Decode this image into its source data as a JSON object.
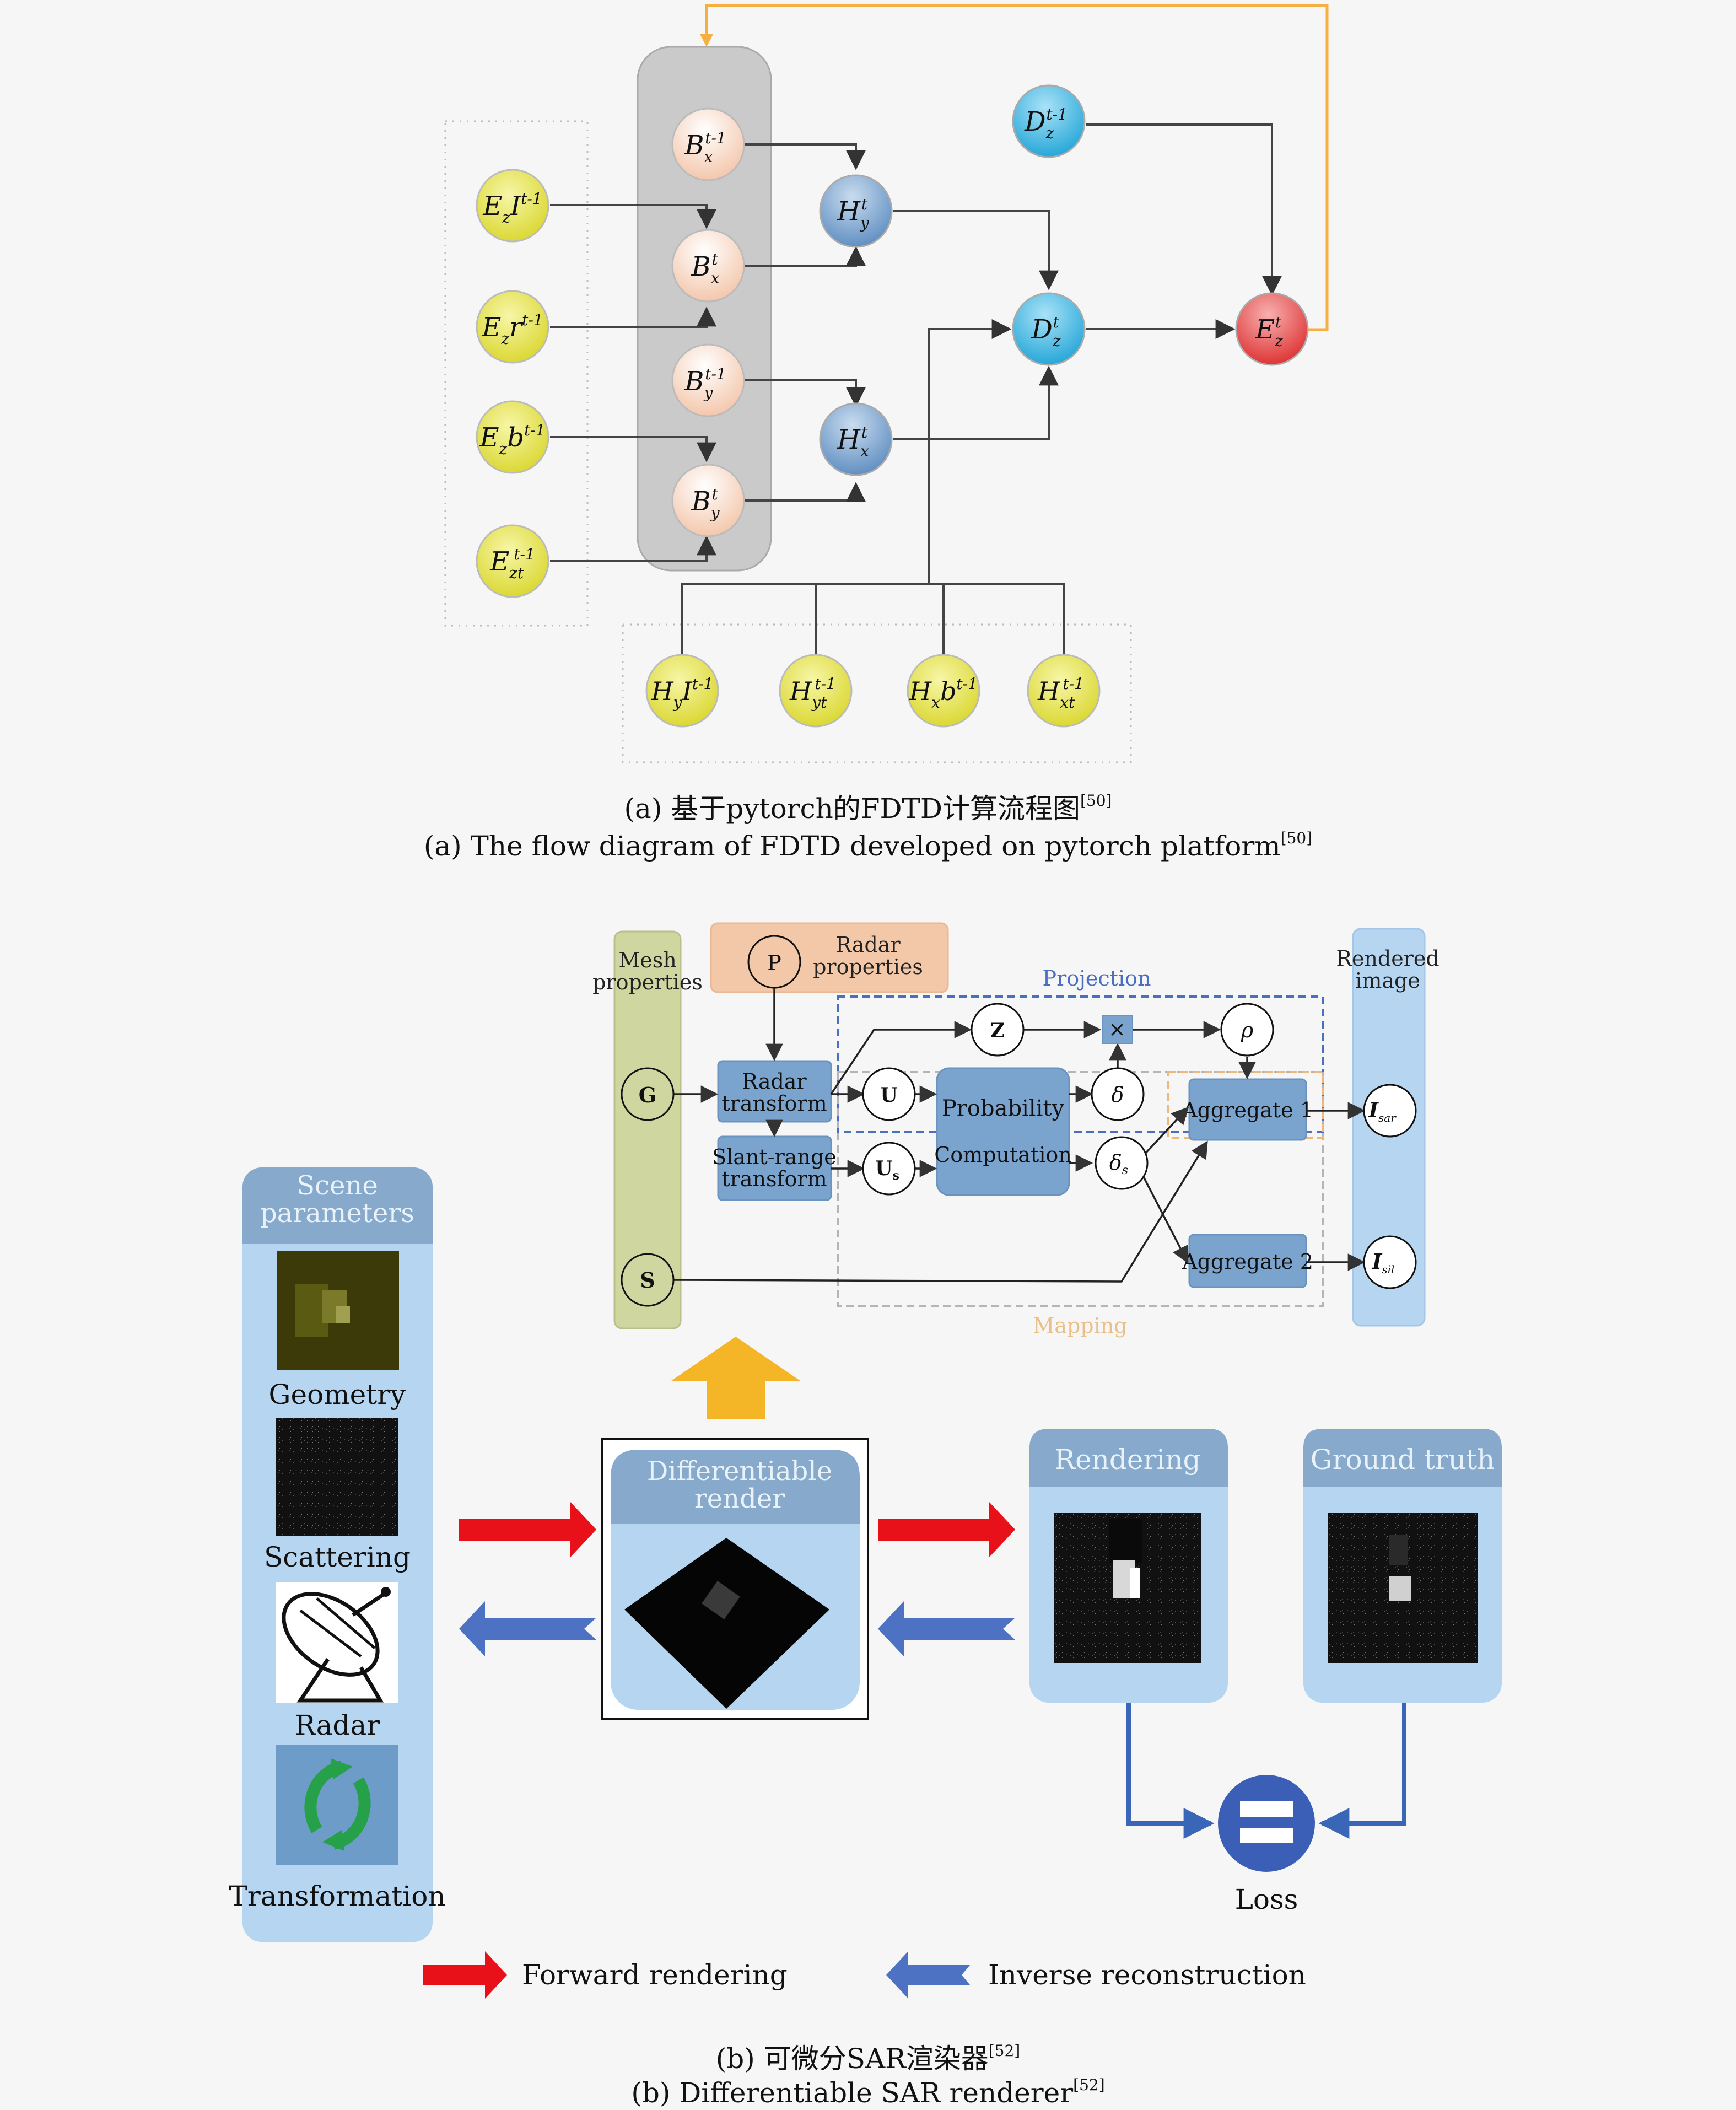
{
  "panel_a": {
    "nodes": {
      "bx_prev": {
        "base": "B",
        "sub": "x",
        "sup": "t-1"
      },
      "bx": {
        "base": "B",
        "sub": "x",
        "sup": "t"
      },
      "by_prev": {
        "base": "B",
        "sub": "y",
        "sup": "t-1"
      },
      "by": {
        "base": "B",
        "sub": "y",
        "sup": "t"
      },
      "hy": {
        "base": "H",
        "sub": "y",
        "sup": "t"
      },
      "hx": {
        "base": "H",
        "sub": "x",
        "sup": "t"
      },
      "dz_prev": {
        "base": "D",
        "sub": "z",
        "sup": "t-1"
      },
      "dz": {
        "base": "D",
        "sub": "z",
        "sup": "t"
      },
      "ez": {
        "base": "E",
        "sub": "z",
        "sup": "t"
      },
      "ezi": {
        "base": "E",
        "sub": "z",
        "mid": "I",
        "sup": "t-1"
      },
      "ezr": {
        "base": "E",
        "sub": "z",
        "mid": "r",
        "sup": "t-1"
      },
      "ezb": {
        "base": "E",
        "sub": "z",
        "mid": "b",
        "sup": "t-1"
      },
      "ezt": {
        "base": "E",
        "sub": "zt",
        "sup": "t-1"
      },
      "hyi": {
        "base": "H",
        "sub": "y",
        "mid": "I",
        "sup": "t-1"
      },
      "hyt": {
        "base": "H",
        "sub": "yt",
        "sup": "t-1"
      },
      "hxb": {
        "base": "H",
        "sub": "x",
        "mid": "b",
        "sup": "t-1"
      },
      "hxt": {
        "base": "H",
        "sub": "xt",
        "sup": "t-1"
      }
    },
    "caption_cn": "(a) 基于pytorch的FDTD计算流程图",
    "caption_en": "(a) The flow diagram of FDTD developed on pytorch platform",
    "ref": "[50]"
  },
  "panel_b": {
    "mesh_label": "Mesh\nproperties",
    "radar_props_label": "Radar\nproperties",
    "projection_label": "Projection",
    "mapping_label": "Mapping",
    "rendered_image_label": "Rendered\nimage",
    "radar_transform": "Radar\ntransform",
    "slant_range": "Slant-range\ntransform",
    "probability": "Probability",
    "computation": "Computation",
    "aggregate1": "Aggregate 1",
    "aggregate2": "Aggregate 2",
    "circles": {
      "P": "P",
      "G": "G",
      "S": "S",
      "Z": "Z",
      "U": "U",
      "Us": "U",
      "Us_sub": "s",
      "rho": "ρ",
      "delta": "δ",
      "delta_s": "δ",
      "delta_s_sub": "s",
      "times": "×",
      "isar": "I",
      "isar_sub": "sar",
      "isil": "I",
      "isil_sub": "sil"
    },
    "scene_header": "Scene\nparameters",
    "scene_items": [
      "Geometry",
      "Scattering",
      "Radar",
      "Transformation"
    ],
    "diff_render": "Differentiable\nrender",
    "rendering": "Rendering",
    "ground_truth": "Ground truth",
    "loss": "Loss",
    "legend_forward": "Forward rendering",
    "legend_inverse": "Inverse reconstruction",
    "caption_cn": "(b) 可微分SAR渲染器",
    "caption_en": "(b) Differentiable SAR renderer",
    "ref": "[52]"
  },
  "colors": {
    "yellow_node": "#e4e23c",
    "blue_node": "#6d9cc8",
    "cyan_node": "#2bb0e0",
    "red_node": "#e23a3a",
    "peach_node": "#f2c9b0",
    "orange_link": "#f5b041",
    "box_blue": "#7aa3cd",
    "panel_blue": "#b6d5f0",
    "forward_red": "#e8111a",
    "inverse_blue": "#4d72c4",
    "up_arrow": "#f4b627"
  }
}
